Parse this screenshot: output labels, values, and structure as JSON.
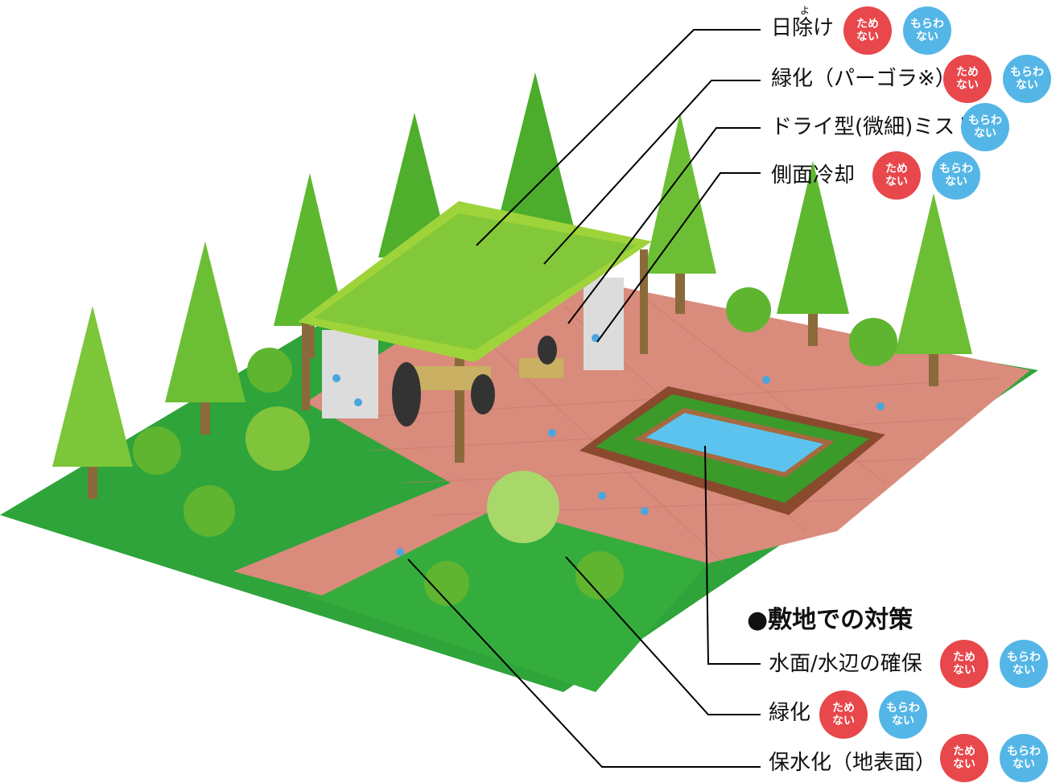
{
  "labels": {
    "shade": "日除け",
    "shade_ruby": "よ",
    "pergola": "緑化（パーゴラ※）",
    "mist": "ドライ型(微細)ミスト",
    "side_cooling": "側面冷却",
    "section_heading": "●敷地での対策",
    "water": "水面/水辺の確保",
    "greening": "緑化",
    "paving": "保水化（地表面）"
  },
  "badges": {
    "tamenai": "ため\nない",
    "morawanai": "もらわ\nない"
  },
  "colors": {
    "tamenai": "#e8474b",
    "morawanai": "#54b6e6",
    "grass": "#2fa43a",
    "paving": "#d98b7c",
    "tree_light": "#9fd33a",
    "tree_dark": "#1f8a2b",
    "pool": "#5cc3ee",
    "trunk": "#8a6a3a"
  }
}
